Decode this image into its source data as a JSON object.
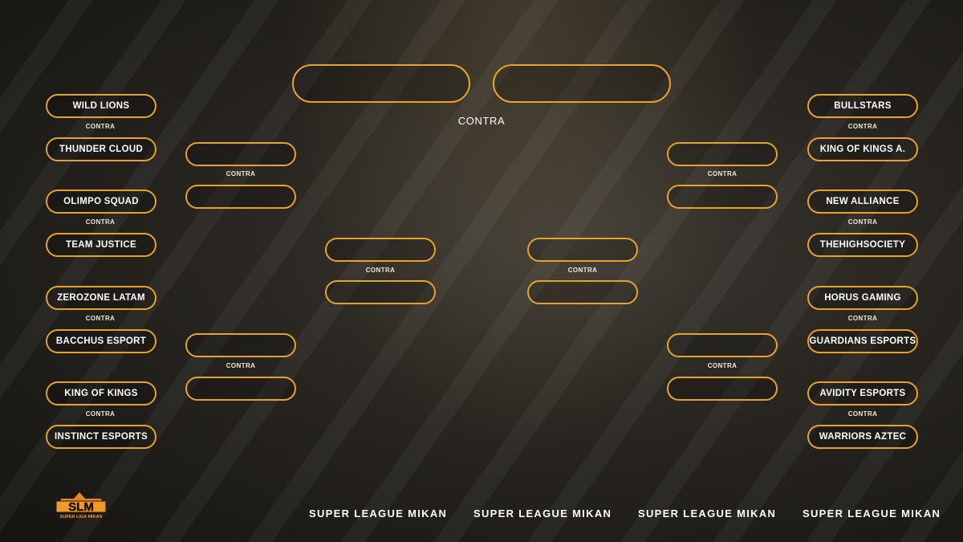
{
  "vs_label": "CONTRA",
  "final_vs_label": "CONTRA",
  "left_teams": [
    "WILD LIONS",
    "THUNDER CLOUD",
    "OLIMPO SQUAD",
    "TEAM JUSTICE",
    "ZEROZONE LATAM",
    "BACCHUS ESPORT",
    "KING OF KINGS",
    "INSTINCT ESPORTS"
  ],
  "right_teams": [
    "BULLSTARS",
    "KING OF KINGS A.",
    "NEW ALLIANCE",
    "THEHIGHSOCIETY",
    "HORUS GAMING",
    "GUARDIANS ESPORTS",
    "AVIDITY ESPORTS",
    "WARRIORS AZTEC"
  ],
  "footer": [
    "SUPER LEAGUE MIKAN",
    "SUPER LEAGUE MIKAN",
    "SUPER LEAGUE MIKAN",
    "SUPER LEAGUE MIKAN"
  ],
  "logo": {
    "abbr": "SLM",
    "tagline": "SUPER LIGA MIKAN"
  },
  "colors": {
    "accent": "#e8a22c",
    "text": "#ffffff"
  }
}
